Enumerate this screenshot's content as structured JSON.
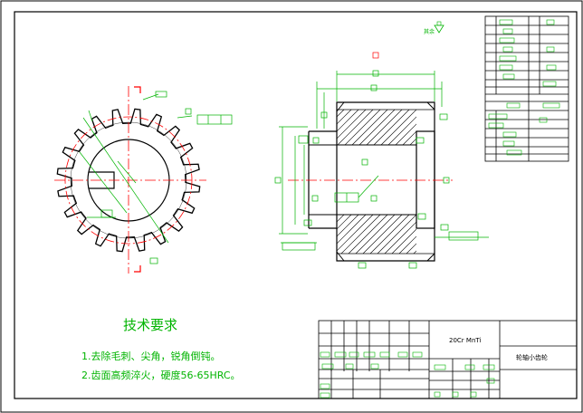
{
  "drawing": {
    "tech_requirements": {
      "title": "技术要求",
      "items": [
        "1.去除毛刺、尖角，锐角倒钝。",
        "2.齿面高频淬火，硬度56-65HRC。"
      ]
    },
    "title_block": {
      "material": "20Cr MnTi",
      "part_name": "轮轴小齿轮"
    },
    "roughness_note": "其余",
    "colors": {
      "outline": "#000000",
      "dimension": "#00b400",
      "centerline": "#ff0000",
      "hatch": "#000000"
    }
  }
}
